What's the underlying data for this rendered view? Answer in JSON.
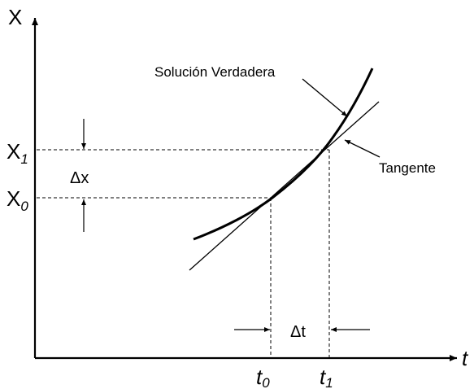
{
  "axes": {
    "y_label": "X",
    "x_label": "t"
  },
  "labels": {
    "x1_main": "X",
    "x1_sub": "1",
    "x0_main": "X",
    "x0_sub": "0",
    "delta_x": "Δx",
    "t0_main": "t",
    "t0_sub": "0",
    "t1_main": "t",
    "t1_sub": "1",
    "delta_t": "Δt",
    "true_solution": "Solución Verdadera",
    "tangent": "Tangente"
  },
  "colors": {
    "ink": "#000000",
    "background": "#ffffff"
  }
}
